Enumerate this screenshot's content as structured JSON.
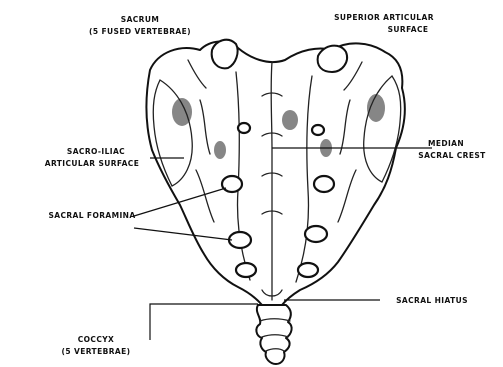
{
  "labels": {
    "sacrum_line1": "SACRUM",
    "sacrum_line2": "(5 FUSED VERTEBRAE)",
    "superior_line1": "SUPERIOR ARTICULAR",
    "superior_line2": "SURFACE",
    "sacroiliac_line1": "SACRO-ILIAC",
    "sacroiliac_line2": "ARTICULAR SURFACE",
    "median_line1": "MEDIAN",
    "median_line2": "SACRAL CREST",
    "foramina": "SACRAL FORAMINA",
    "hiatus": "SACRAL HIATUS",
    "coccyx_line1": "COCCYX",
    "coccyx_line2": "(5 VERTEBRAE)"
  }
}
